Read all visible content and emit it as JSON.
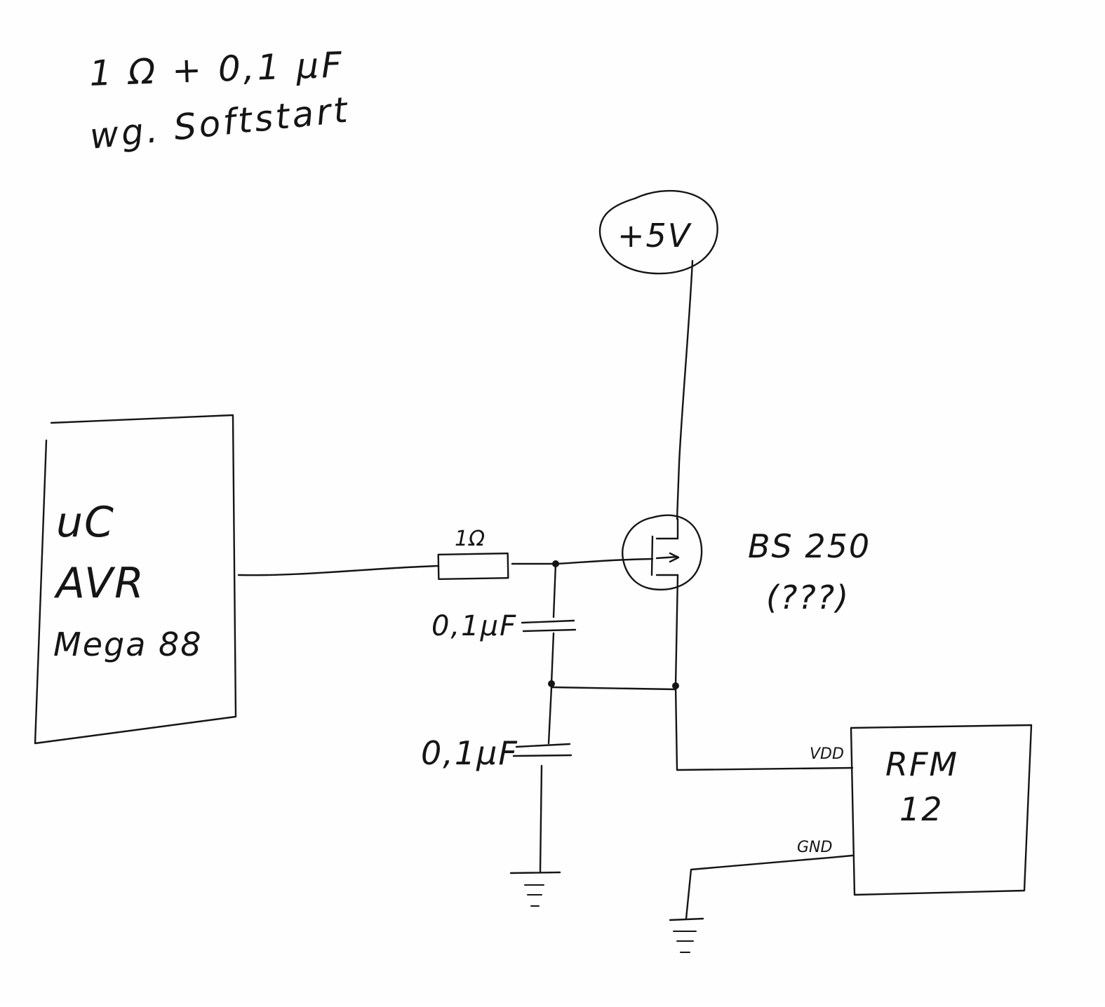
{
  "notes": {
    "line1": "1 Ω + 0,1 µF",
    "line2": "wg. Softstart"
  },
  "supply": {
    "label": "+5V"
  },
  "microcontroller": {
    "line1": "uC",
    "line2": "AVR",
    "line3": "Mega 88"
  },
  "resistor": {
    "label": "1Ω"
  },
  "capacitor_gate": {
    "label": "0,1µF"
  },
  "capacitor_supply": {
    "label": "0,1µF"
  },
  "transistor": {
    "label": "BS 250",
    "note": "(???)"
  },
  "rf_module": {
    "line1": "RFM",
    "line2": "12",
    "pin_vdd": "VDD",
    "pin_gnd": "GND"
  }
}
